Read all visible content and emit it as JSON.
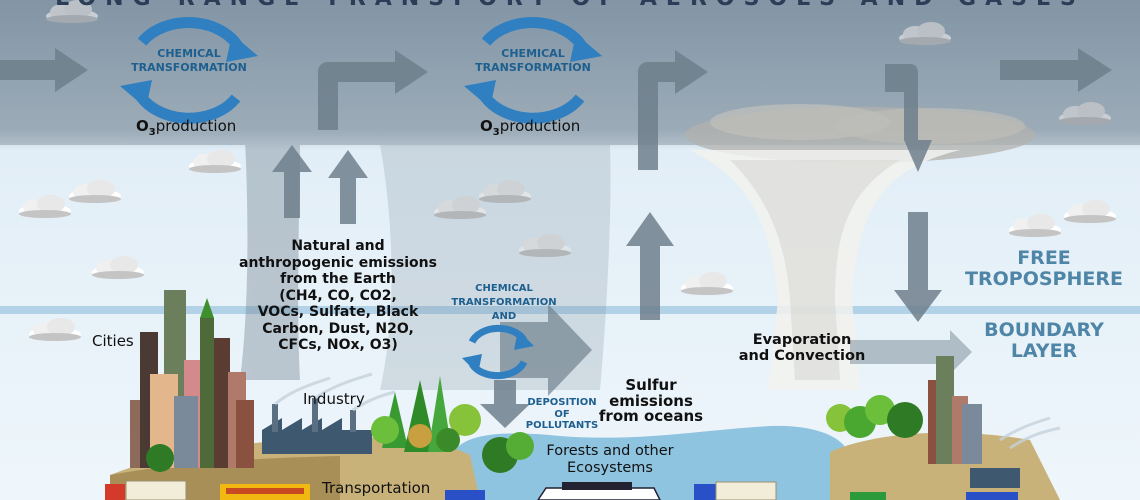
{
  "title": "LONG-RANGE TRANSPORT OF AEROSOLS AND GASES",
  "layers": {
    "free_troposphere": "FREE\nTROPOSPHERE",
    "boundary_layer": "BOUNDARY\nLAYER"
  },
  "cycles": {
    "top_left": "CHEMICAL\nTRANSFORMATION",
    "top_right": "CHEMICAL\nTRANSFORMATION",
    "middle": "CHEMICAL\nTRANSFORMATION\nAND"
  },
  "o3": {
    "prefix": "O",
    "sub": "3",
    "suffix": "production"
  },
  "labels": {
    "emissions": "Natural and\nanthropogenic emissions\nfrom the Earth\n(CH4, CO, CO2,\nVOCs, Sulfate, Black\nCarbon, Dust, N2O,\nCFCs, NOx, O3)",
    "deposition": "DEPOSITION\nOF\nPOLLUTANTS",
    "sulfur": "Sulfur\nemissions\nfrom oceans",
    "evaporation": "Evaporation\nand Convection",
    "cities": "Cities",
    "industry": "Industry",
    "forests": "Forests and other\nEcosystems",
    "transportation": "Transportation"
  },
  "colors": {
    "sky_upper": "#9eb3c3",
    "sky_lower": "#e9f4fb",
    "arrow": "#6e7f8c",
    "cycle": "#2f7fc1",
    "boundary_line": "#a8cde5",
    "water": "#8fc4e0",
    "land": "#c9b27a"
  }
}
